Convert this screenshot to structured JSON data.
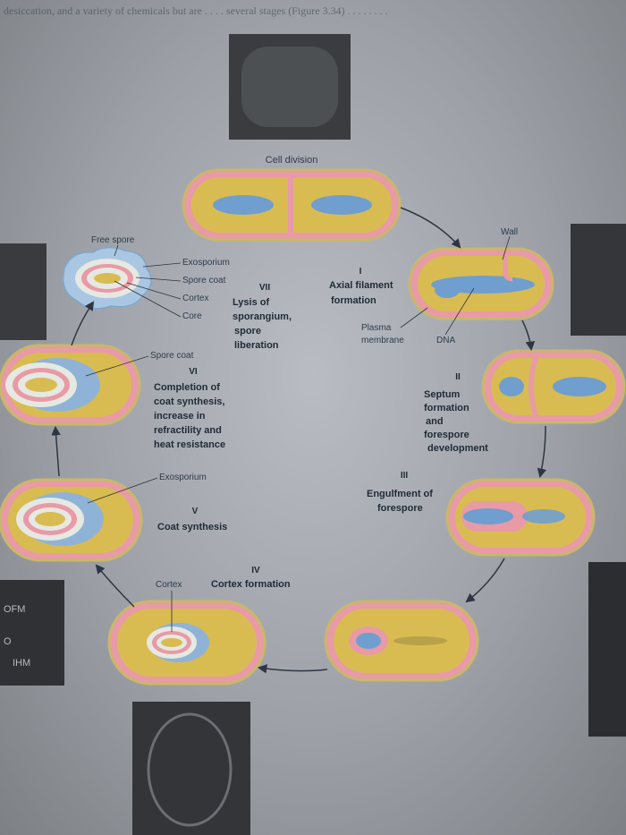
{
  "header_text": "desiccation, and a variety of chemicals but are . . . . several stages (Figure 3.34) . . . . . . . .",
  "stages": {
    "cell_division": "Cell division",
    "i": {
      "num": "I",
      "title1": "Axial filament",
      "title2": "formation"
    },
    "ii": {
      "num": "II",
      "line1": "Septum",
      "line2": "formation",
      "line3": "and",
      "line4": "forespore",
      "line5": "development"
    },
    "iii": {
      "num": "III",
      "line1": "Engulfment of",
      "line2": "forespore"
    },
    "iv": {
      "num": "IV",
      "title": "Cortex formation"
    },
    "v": {
      "num": "V",
      "title": "Coat synthesis"
    },
    "vi": {
      "num": "VI",
      "line1": "Completion of",
      "line2": "coat synthesis,",
      "line3": "increase in",
      "line4": "refractility and",
      "line5": "heat resistance"
    },
    "vii": {
      "num": "VII",
      "line1": "Lysis of",
      "line2": "sporangium,",
      "line3": "spore",
      "line4": "liberation"
    }
  },
  "labels": {
    "wall": "Wall",
    "plasma1": "Plasma",
    "plasma2": "membrane",
    "dna": "DNA",
    "free_spore": "Free spore",
    "exosporium": "Exosporium",
    "spore_coat": "Spore coat",
    "cortex": "Cortex",
    "core": "Core",
    "spore_coat_vi": "Spore coat",
    "exosporium_v": "Exosporium",
    "cortex_iv": "Cortex"
  },
  "micrograph_labels": {
    "ofm": "OFM",
    "o": "O",
    "ihm": "IHM"
  },
  "colors": {
    "wall": "#e89aa6",
    "cytoplasm": "#d8bc52",
    "dna": "#6f9ecf",
    "spore_white": "#e6e8e2",
    "text": "#2e3b4a"
  }
}
